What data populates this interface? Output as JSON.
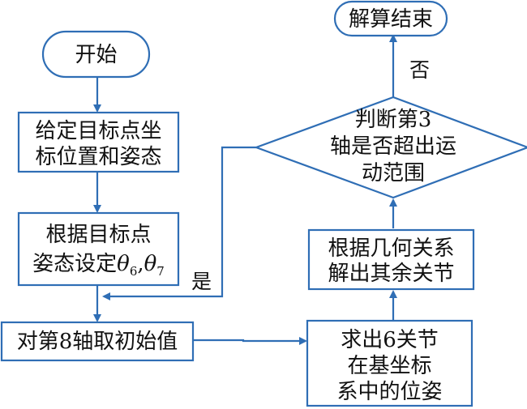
{
  "nodes": {
    "start": {
      "text": "开始"
    },
    "set_pose": {
      "lines": [
        "给定目标点坐",
        "标位置和姿态"
      ]
    },
    "set_theta": {
      "line1": "根据目标点",
      "line2_prefix": "姿态设定",
      "theta": "θ",
      "sub6": "6",
      "comma": ",",
      "sub7": "7"
    },
    "init_axis8": {
      "text": "对第8轴取初始值"
    },
    "solve_six": {
      "lines": [
        "求出6关节",
        "在基坐标",
        "系中的位姿"
      ]
    },
    "solve_rest": {
      "lines": [
        "根据几何关系",
        "解出其余关节"
      ]
    },
    "decision": {
      "lines": [
        "判断第3",
        "轴是否超出运",
        "动范围"
      ]
    },
    "end": {
      "text": "解算结束"
    }
  },
  "edge_labels": {
    "yes": "是",
    "no": "否"
  },
  "colors": {
    "stroke": "#2f6eb5",
    "text": "#111111",
    "background": "#ffffff"
  }
}
